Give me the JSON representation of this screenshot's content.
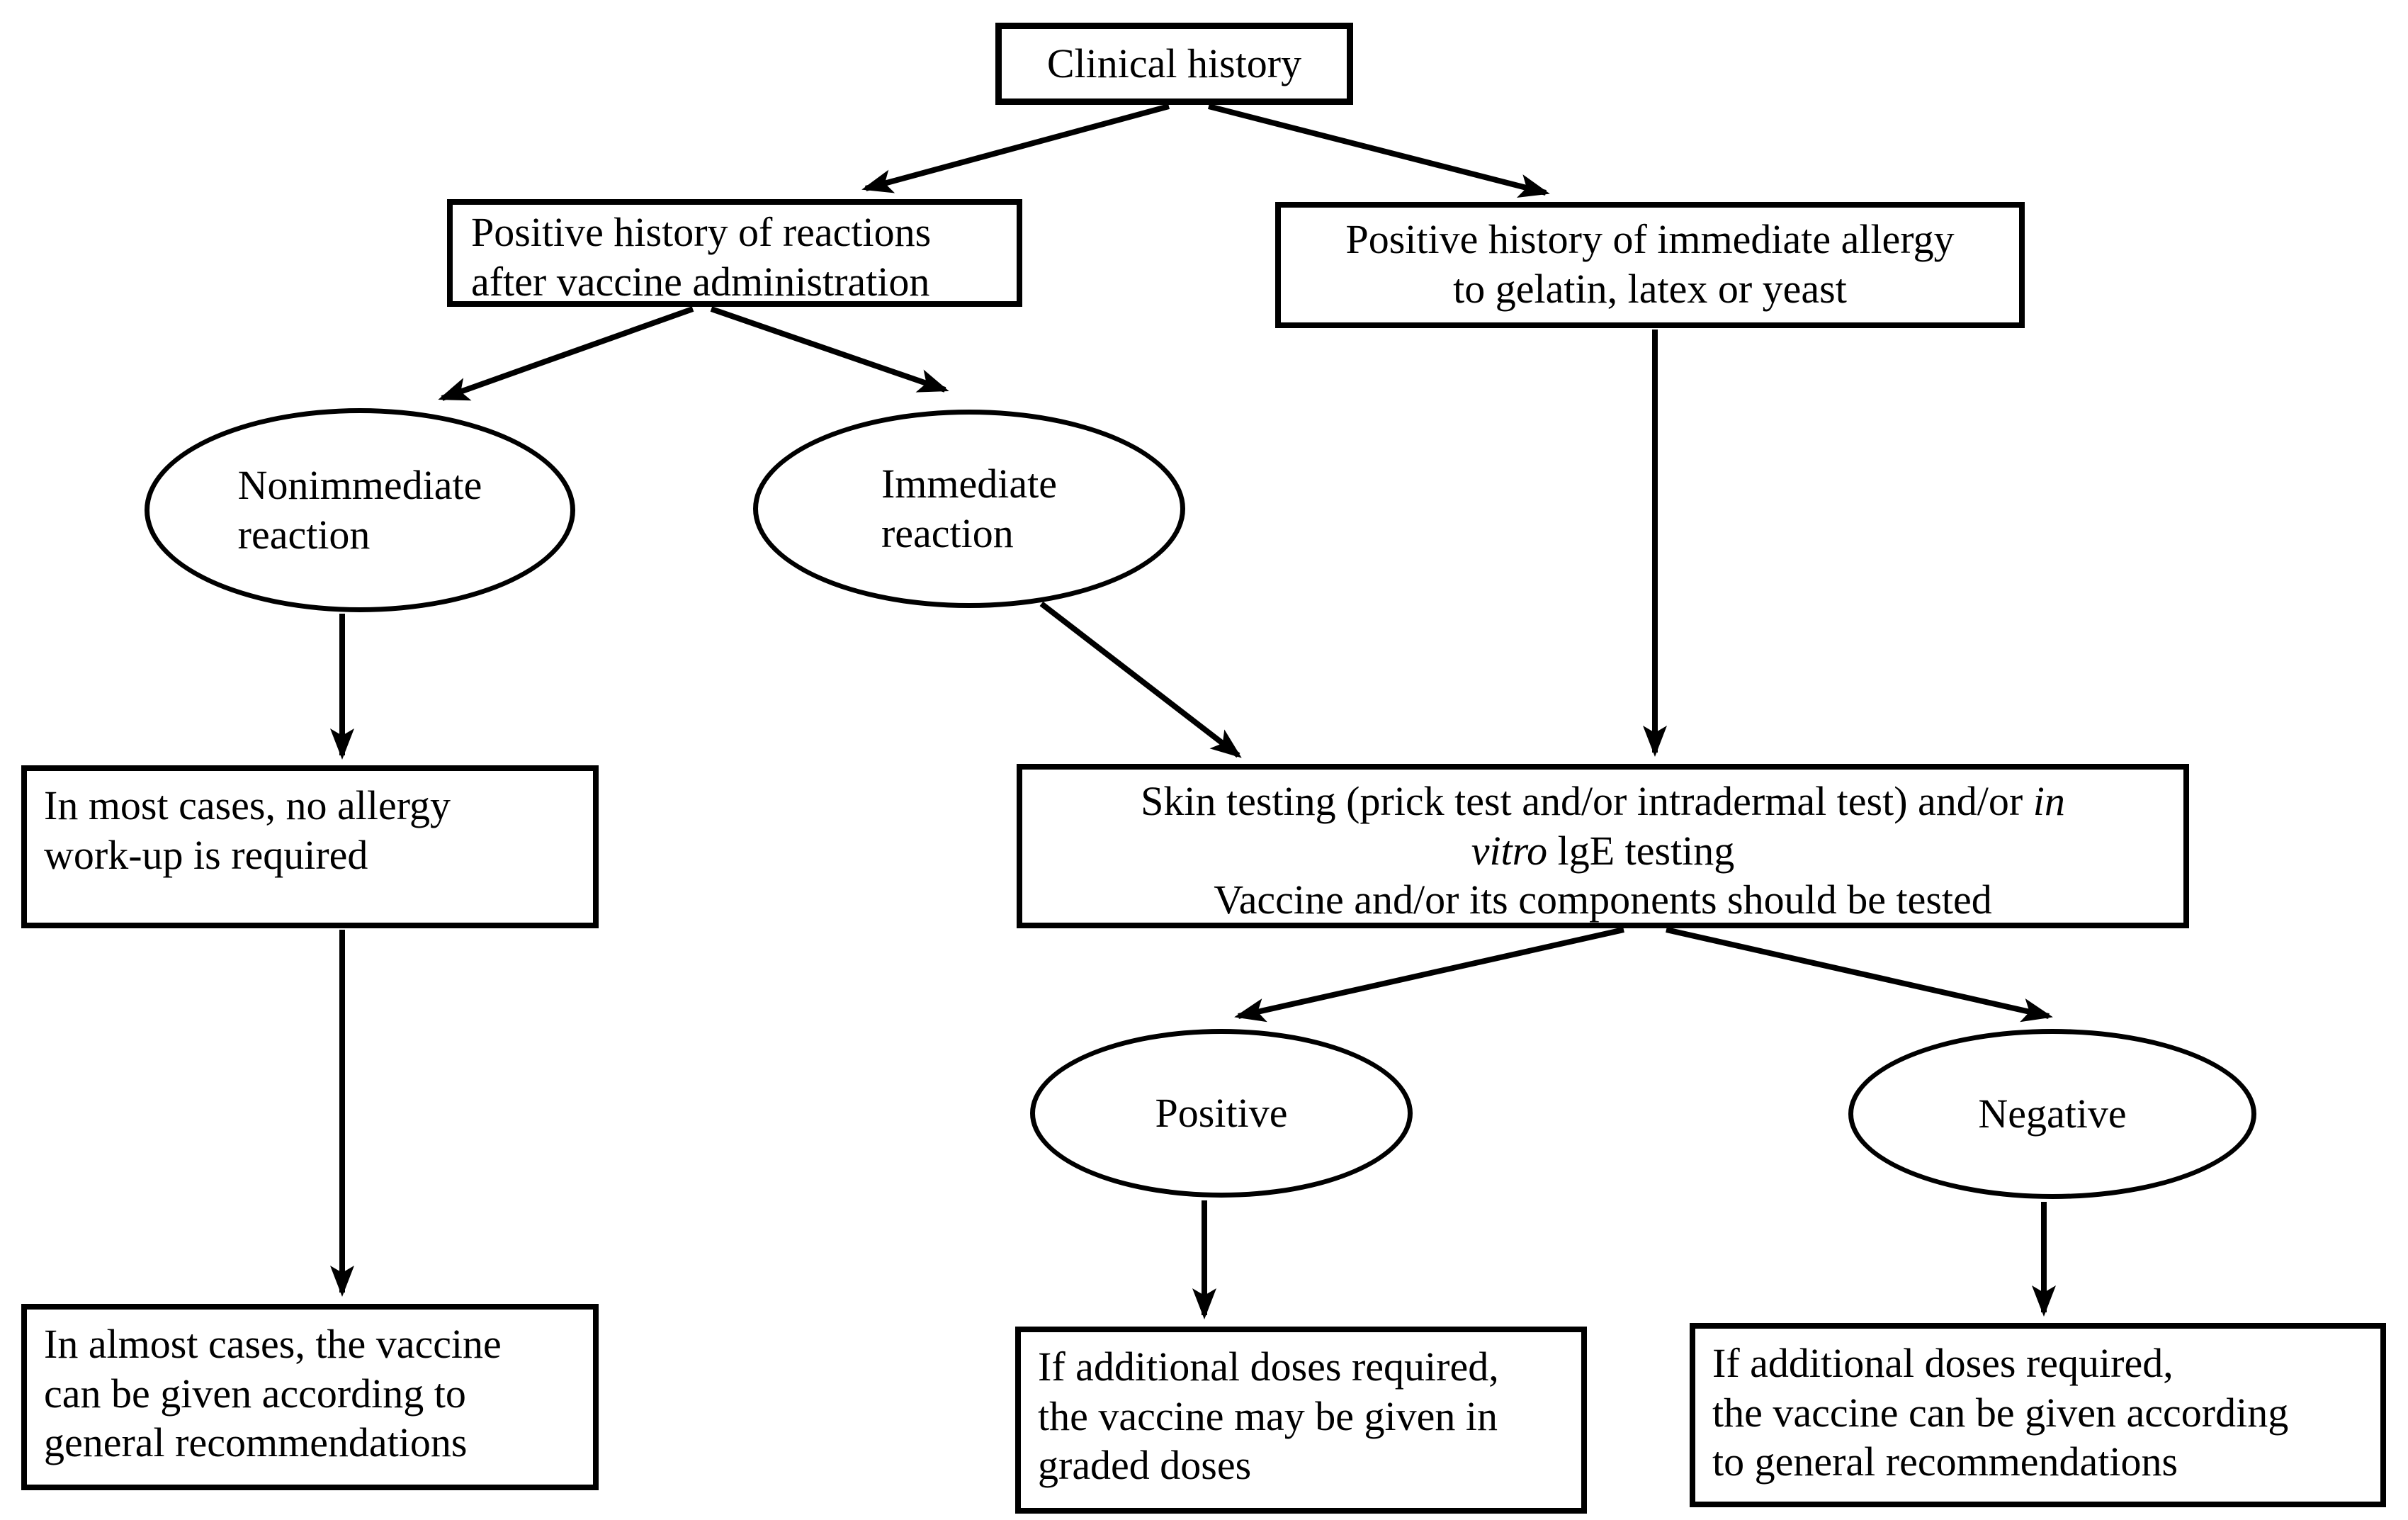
{
  "colors": {
    "ink": "#000000",
    "background": "#ffffff"
  },
  "nodes": {
    "clinical_history": {
      "label": "Clinical history"
    },
    "positive_history_reactions": {
      "label": "Positive history of reactions\nafter vaccine administration"
    },
    "positive_history_allergy": {
      "label": "Positive history of immediate allergy\nto gelatin, latex or yeast"
    },
    "nonimmediate_reaction": {
      "label": "Nonimmediate\nreaction"
    },
    "immediate_reaction": {
      "label": "Immediate\nreaction"
    },
    "no_allergy_workup": {
      "label": "In most cases, no allergy\nwork-up is required"
    },
    "skin_testing": {
      "line1_normal": "Skin testing (prick test and/or intradermal test) and/or ",
      "line1_italic": "in",
      "line2_italic": "vitro",
      "line2_normal": " lgE testing",
      "line3": "Vaccine and/or its components should be tested"
    },
    "positive": {
      "label": "Positive"
    },
    "negative": {
      "label": "Negative"
    },
    "give_general_recommendations": {
      "label": "In almost cases, the vaccine\ncan be given according to\ngeneral recommendations"
    },
    "graded_doses": {
      "label": "If additional doses required,\nthe vaccine may be given in\ngraded doses"
    },
    "additional_doses_general": {
      "label": "If additional doses required,\nthe vaccine can be given according\nto general recommendations"
    }
  }
}
